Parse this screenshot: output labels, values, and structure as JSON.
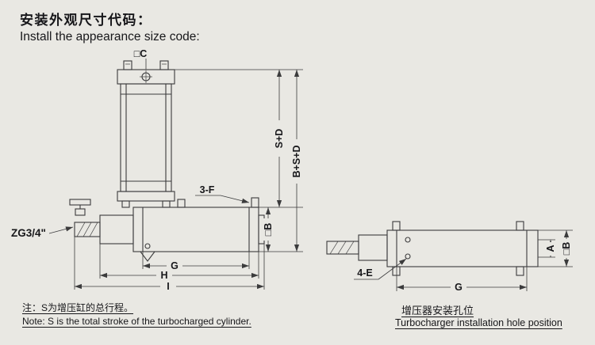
{
  "colors": {
    "background": "#e9e8e3",
    "line": "#3b3b3c",
    "text": "#17171a"
  },
  "header": {
    "title_zh": "安装外观尺寸代码：",
    "title_en": "Install the appearance size code:"
  },
  "main_view_labels": {
    "square_c": "□C",
    "s_plus_d": "S+D",
    "b_plus_s_plus_d": "B+S+D",
    "three_f": "3-F",
    "square_b": "□B",
    "port": "ZG3/4\"",
    "dim_g": "G",
    "dim_h": "H",
    "dim_i": "I"
  },
  "hole_view_labels": {
    "four_e": "4-E",
    "dim_g": "G",
    "dim_a": "A",
    "square_b": "□B"
  },
  "footer": {
    "note_zh": "注：S为增压缸的总行程。",
    "note_en": "Note: S is the total stroke of the turbocharged cylinder.",
    "caption_zh": "增压器安装孔位",
    "caption_en": "Turbocharger installation hole position"
  }
}
